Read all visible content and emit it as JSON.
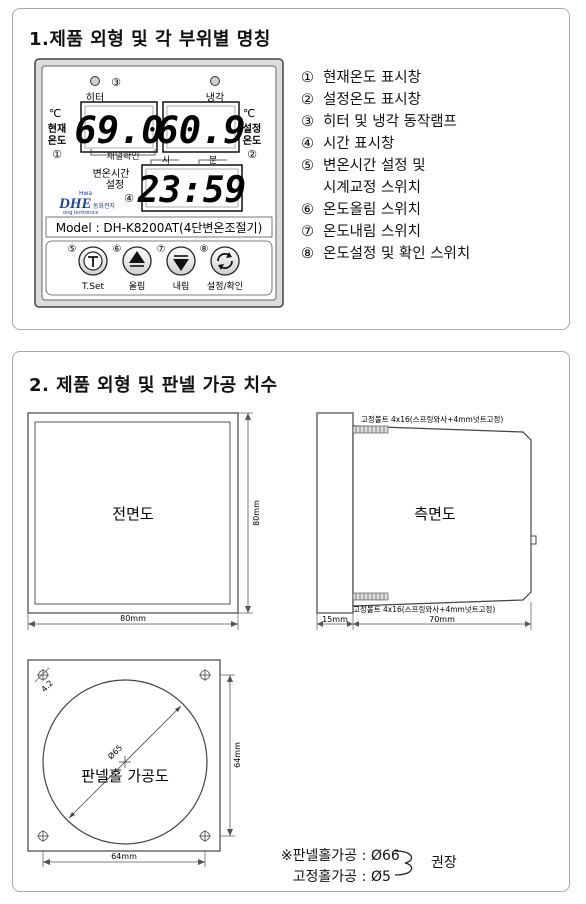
{
  "section1": {
    "title": "1.제품 외형 및 각 부위별 명칭",
    "device": {
      "heater_label": "히터",
      "cooling_label": "냉각",
      "current_temp_label": [
        "현재",
        "온도"
      ],
      "set_temp_label": [
        "설정",
        "온도"
      ],
      "celsius": "℃",
      "current_display": "69.0",
      "set_display": "60.9",
      "time_display": "23:59",
      "channel_confirm_label": "채널확인",
      "hour_label": "시",
      "minute_label": "분",
      "change_time_label": [
        "변온시간",
        "설정"
      ],
      "logo_letters": "DHE",
      "logo_small_top": "Hwa",
      "logo_small_bottom": "ong  lectronics",
      "logo_korean": "동화전자",
      "model": "Model : DH-K8200AT(4단변온조절기)",
      "buttons": [
        {
          "num": "⑤",
          "label": "T.Set",
          "icon": "t-icon"
        },
        {
          "num": "⑥",
          "label": "올림",
          "icon": "triangle-up-icon"
        },
        {
          "num": "⑦",
          "label": "내림",
          "icon": "triangle-down-icon"
        },
        {
          "num": "⑧",
          "label": "설정/확인",
          "icon": "refresh-icon"
        }
      ],
      "markers": {
        "heater": "③",
        "current": "①",
        "set": "②",
        "time": "④"
      }
    },
    "legend": [
      {
        "num": "①",
        "text": "현재온도 표시창"
      },
      {
        "num": "②",
        "text": "설정온도 표시창"
      },
      {
        "num": "③",
        "text": "히터 및 냉각 동작램프"
      },
      {
        "num": "④",
        "text": "시간 표시창"
      },
      {
        "num": "⑤",
        "text": "변온시간 설정 및",
        "cont": "시계교정 스위치"
      },
      {
        "num": "⑥",
        "text": "온도올림 스위치"
      },
      {
        "num": "⑦",
        "text": "온도내림 스위치"
      },
      {
        "num": "⑧",
        "text": "온도설정 및 확인 스위치"
      }
    ]
  },
  "section2": {
    "title": "2. 제품 외형 및 판넬 가공 치수",
    "front_label": "전면도",
    "front_width": "80mm",
    "front_height": "80mm",
    "side_label": "측면도",
    "bolt_top": "고정볼트  4x16(스프링와사+4mm넛트고정)",
    "bolt_bottom": "고정볼트  4x16(스프링와사+4mm넛트고정)",
    "side_dim_front": "15mm",
    "side_dim_body": "70mm",
    "panel_label": "판넬홀 가공도",
    "hole_diameter": "Ø65",
    "corner_dim": "4.2",
    "panel_width": "64mm",
    "panel_height": "64mm",
    "note": [
      {
        "label": "※판넬홀가공",
        "value": "Ø66"
      },
      {
        "label": "고정홀가공",
        "value": "Ø5"
      }
    ],
    "recommend": "권장"
  }
}
